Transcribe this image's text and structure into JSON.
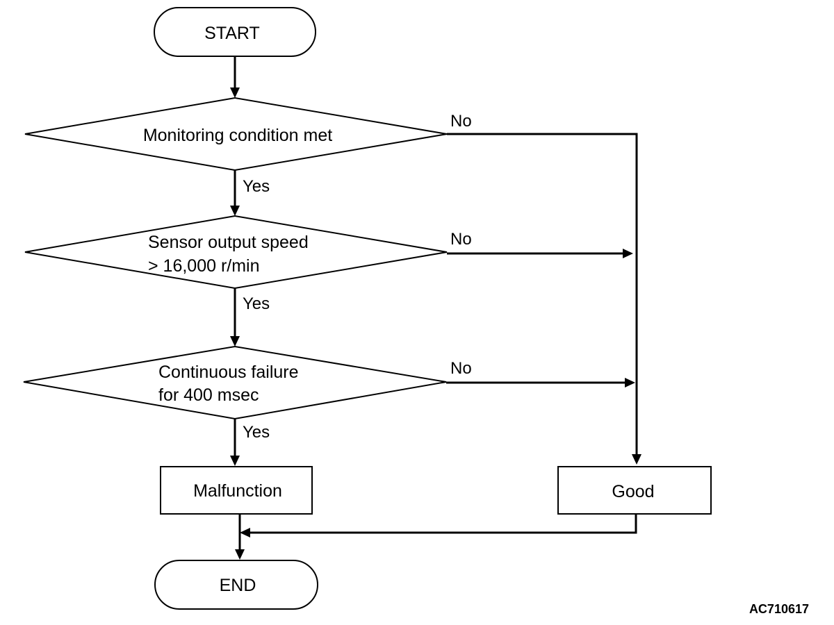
{
  "terminals": {
    "start": "START",
    "end": "END"
  },
  "decisions": {
    "monitoring": {
      "lines": [
        "Monitoring condition met"
      ]
    },
    "sensor": {
      "lines": [
        "Sensor output speed",
        "> 16,000 r/min"
      ]
    },
    "continuous": {
      "lines": [
        "Continuous failure",
        "for 400 msec"
      ]
    }
  },
  "results": {
    "malfunction": "Malfunction",
    "good": "Good"
  },
  "branches": {
    "yes": "Yes",
    "no": "No"
  },
  "figure_code": "AC710617",
  "colors": {
    "stroke": "#000000",
    "background": "#ffffff"
  }
}
